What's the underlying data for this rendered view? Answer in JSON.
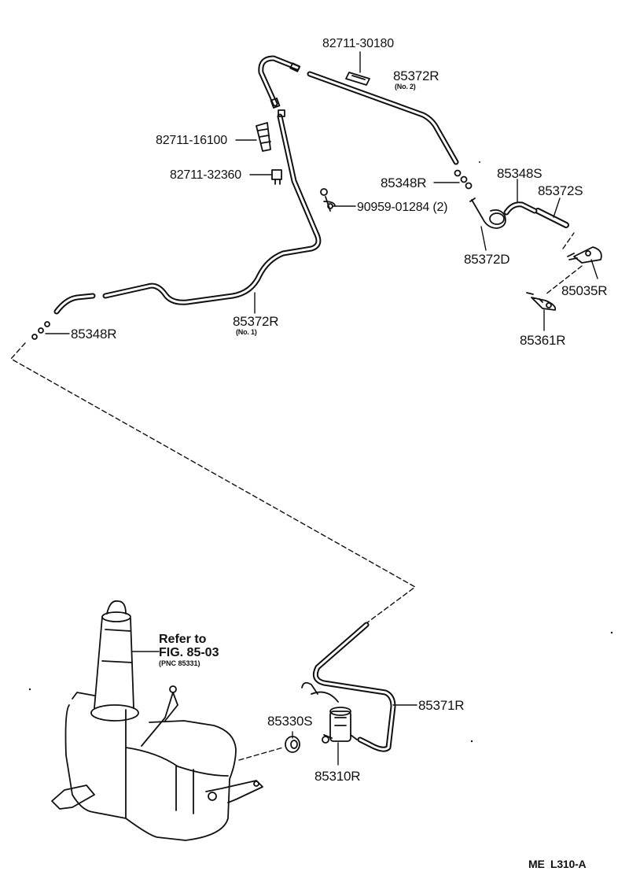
{
  "labels": {
    "p82711_30180": "82711-30180",
    "p85372R_no2": "85372R",
    "no2": "(No. 2)",
    "p82711_16100": "82711-16100",
    "p82711_32360": "82711-32360",
    "p85348R_top": "85348R",
    "p85348S": "85348S",
    "p85372S": "85372S",
    "p90959": "90959-01284 (2)",
    "p85372D": "85372D",
    "p85035R": "85035R",
    "p85361R": "85361R",
    "p85348R_left": "85348R",
    "p85372R_no1": "85372R",
    "no1": "(No. 1)",
    "p85371R": "85371R",
    "p85330S": "85330S",
    "p85310R": "85310R"
  },
  "refer": {
    "line1": "Refer to",
    "line2": "FIG. 85-03",
    "line3": "(PNC 85331)"
  },
  "footer": {
    "code": "ME  L310-A"
  }
}
